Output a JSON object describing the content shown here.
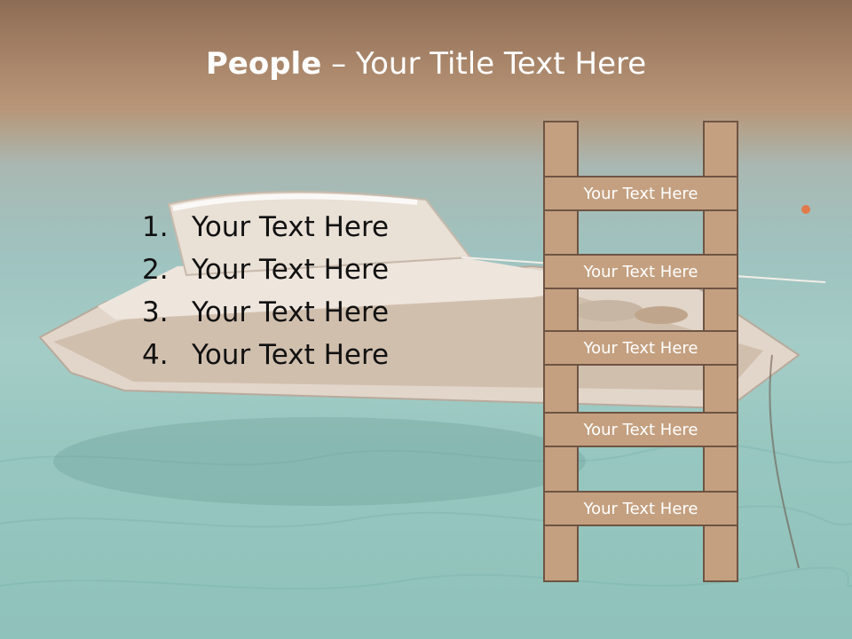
{
  "slide": {
    "title_bold": "People",
    "title_rest": "– Your Title Text Here",
    "list": [
      {
        "num": "1.",
        "text": "Your Text Here"
      },
      {
        "num": "2.",
        "text": "Your Text Here"
      },
      {
        "num": "3.",
        "text": "Your Text Here"
      },
      {
        "num": "4.",
        "text": "Your Text Here"
      }
    ],
    "ladder": [
      "Your Text Here",
      "Your Text Here",
      "Your Text Here",
      "Your Text Here",
      "Your Text Here"
    ]
  },
  "colors": {
    "header_brown": "#8d6c55",
    "water": "#9fc3c0",
    "ladder_fill": "#c4a080",
    "ladder_stroke": "#6e5443"
  }
}
